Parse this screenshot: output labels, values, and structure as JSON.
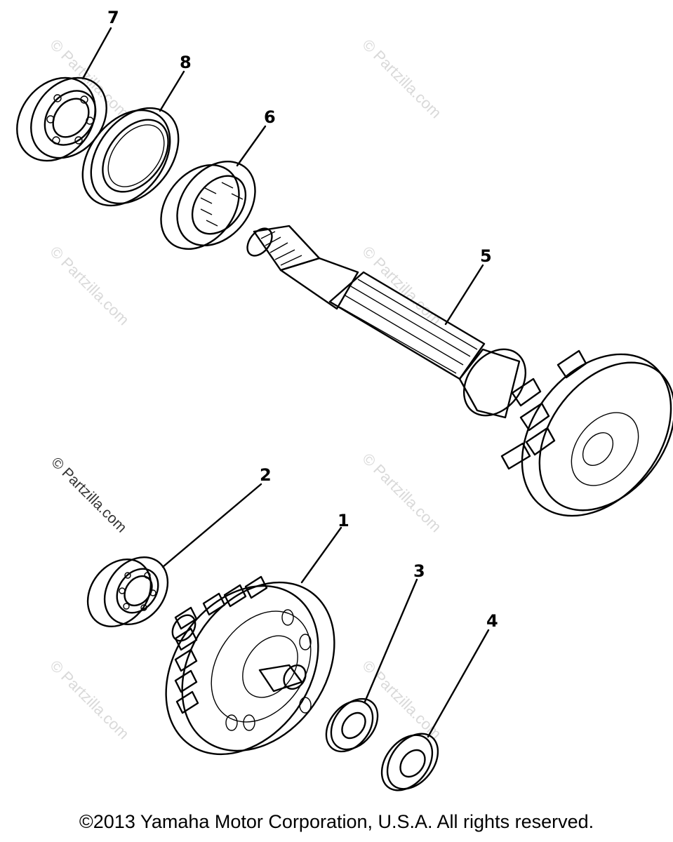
{
  "callouts": {
    "part_1": "1",
    "part_2": "2",
    "part_3": "3",
    "part_4": "4",
    "part_5": "5",
    "part_6": "6",
    "part_7": "7",
    "part_8": "8"
  },
  "watermark": "© Partzilla.com",
  "copyright": "©2013 Yamaha Motor Corporation, U.S.A. All rights reserved."
}
